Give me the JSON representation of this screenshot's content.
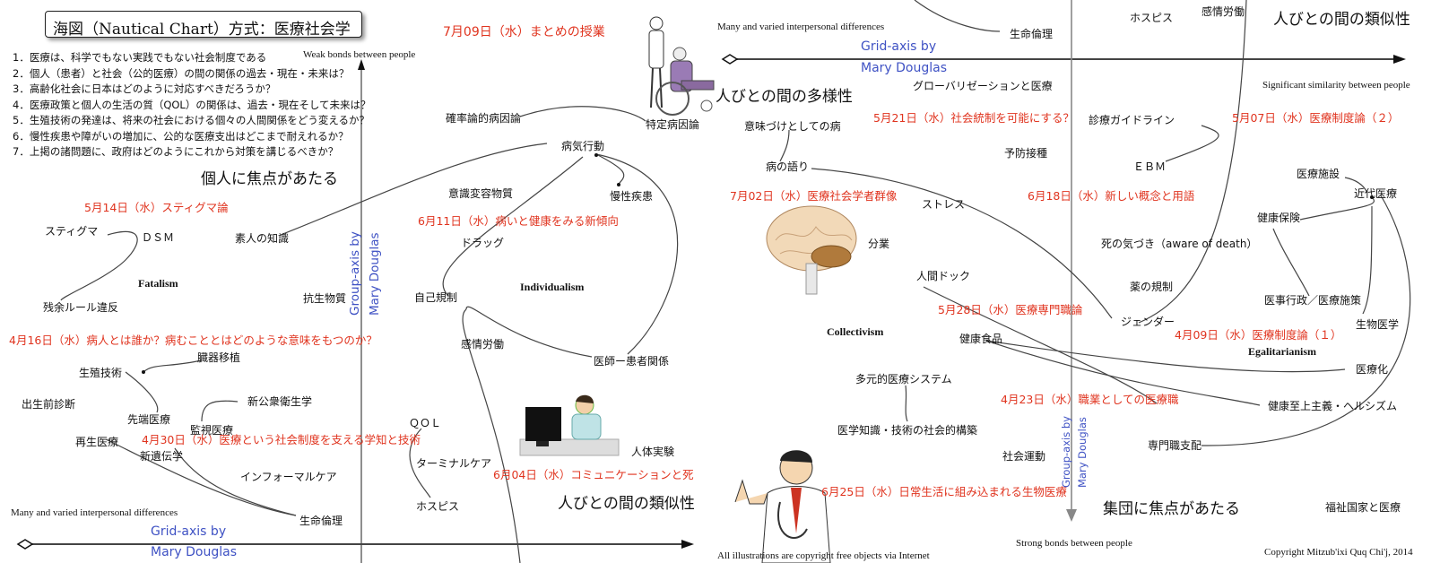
{
  "title": "海図（Nautical Chart）方式：医療社会学",
  "questions": [
    "1．医療は、科学でもない実践でもない社会制度である",
    "2．個人（患者）と社会（公的医療）の間の関係の過去・現在・未来は？",
    "3．高齢化社会に日本はどのように対応すべきだろうか？",
    "4．医療政策と個人の生活の質（QOL）の関係は、過去・現在そして未来は？",
    "5．生殖技術の発達は、将来の社会における個々の人間関係をどう変えるか？",
    "6．慢性疾患や障がいの増加に、公的な医療支出はどこまで耐えれるか？",
    "7．上掲の諸問題に、政府はどのようにこれから対策を講じるべきか？"
  ],
  "left": {
    "weak_bonds": "Weak bonds between people",
    "focus_individual": "個人に焦点があたる",
    "grid_axis_1": "Grid-axis by",
    "grid_axis_2": "Mary Douglas",
    "group_axis_1": "Group-axis by",
    "group_axis_2": "Mary Douglas",
    "many_diff": "Many and varied interpersonal differences",
    "similarity": "人びとの間の類似性",
    "fatalism": "Fatalism",
    "individualism": "Individualism"
  },
  "right": {
    "many_diff": "Many and varied interpersonal differences",
    "diversity": "人びとの間の多様性",
    "grid_axis_1": "Grid-axis by",
    "grid_axis_2": "Mary Douglas",
    "similarity_top": "人びとの間の類似性",
    "significant_sim": "Significant similarity between people",
    "collectivism": "Collectivism",
    "egalitarianism": "Egalitarianism",
    "focus_group": "集団に焦点があたる",
    "strong_bonds": "Strong bonds between people",
    "group_axis_1": "Group-axis by",
    "group_axis_2": "Mary Douglas",
    "illustrations": "All illustrations are copyright free objects via Internet",
    "copyright": "Copyright Mitzub'ixi Quq Chi'j, 2014"
  },
  "sessions": {
    "s0709": "7月09日（水）まとめの授業",
    "s0514": "5月14日（水）スティグマ論",
    "s0611": "6月11日（水）病いと健康をみる新傾向",
    "s0416": "4月16日（水）病人とは誰か？病むこととはどのような意味をもつのか？",
    "s0430": "4月30日（水）医療という社会制度を支える学知と技術",
    "s0604": "6月04日（水）コミュニケーションと死",
    "s0521": "5月21日（水）社会統制を可能にする？",
    "s0507": "5月07日（水）医療制度論（２）",
    "s0702": "7月02日（水）医療社会学者群像",
    "s0618": "6月18日（水）新しい概念と用語",
    "s0528": "5月28日（水）医療専門職論",
    "s0409": "4月09日（水）医療制度論（１）",
    "s0423": "4月23日（水）職業としての医療職",
    "s0625": "6月25日（水）日常生活に組み込まれる生物医療"
  },
  "terms": {
    "kakuritsu": "確率論的病因論",
    "tokutei": "特定病因論",
    "byoki_kodo": "病気行動",
    "ishiki": "意識変容物質",
    "mansei": "慢性疾患",
    "drug": "ドラッグ",
    "stigma": "スティグマ",
    "dsm": "ＤＳＭ",
    "shiroto": "素人の知識",
    "zanyo": "残余ルール違反",
    "kouseibusshitsu": "抗生物質",
    "jiko_kisei": "自己規制",
    "kanjo_rodo": "感情労働",
    "ishi_kanja": "医師ー患者関係",
    "zoki": "臓器移植",
    "seishoku": "生殖技術",
    "shusseimae": "出生前診断",
    "sentan": "先端医療",
    "shin_koshu": "新公衆衛生学",
    "kanshi": "監視医療",
    "saisei": "再生医療",
    "shin_iden": "新遺伝学",
    "informal": "インフォーマルケア",
    "seimei_rinri": "生命倫理",
    "qol": "ＱＯＬ",
    "terminal": "ターミナルケア",
    "hospice": "ホスピス",
    "jintai": "人体実験",
    "seimei_rinri_r": "生命倫理",
    "hospice_r": "ホスピス",
    "kanjo_rodo_r": "感情労働",
    "global": "グローバリゼーションと医療",
    "imizuke": "意味づけとしての病",
    "yamai_katari": "病の語り",
    "shinryo": "診療ガイドライン",
    "yobo": "予防接種",
    "ebm": "ＥＢＭ",
    "stress": "ストレス",
    "shisetsu": "医療施設",
    "kindai": "近代医療",
    "kenko_hoken": "健康保険",
    "bungyo": "分業",
    "shi_kizuki": "死の気づき（aware of death）",
    "ningen_dock": "人間ドック",
    "kusuri": "薬の規制",
    "gyosei": "医事行政／医療施策",
    "gender": "ジェンダー",
    "seibutsu": "生物医学",
    "kenko_shokuhin": "健康食品",
    "iryoka": "医療化",
    "tagenteki": "多元的医療システム",
    "kenko_shijo": "健康至上主義・ヘルシズム",
    "igaku_chishiki": "医学知識・技術の社会的構築",
    "senmon": "専門職支配",
    "shakai_undo": "社会運動",
    "fukushi": "福祉国家と医療"
  }
}
